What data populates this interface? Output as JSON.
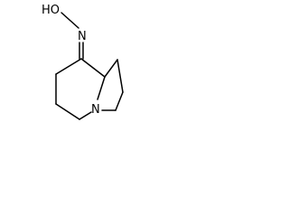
{
  "molecule": {
    "hydroxyl_label": "HO",
    "oxime_nitrogen_label": "N",
    "ring_nitrogen_label": "N"
  },
  "colors": {
    "bond": "#000000",
    "label": "#000000",
    "background": "#ffffff"
  }
}
